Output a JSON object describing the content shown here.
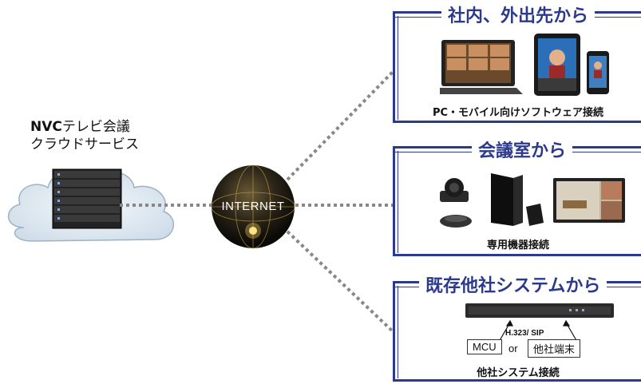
{
  "service": {
    "brand": "NVC",
    "line1_rest": "テレビ会議",
    "line2": "クラウドサービス"
  },
  "globe_label": "INTERNET",
  "panels": [
    {
      "title": "社内、外出先から",
      "caption": "PC・モバイル向けソフトウェア接続"
    },
    {
      "title": "会議室から",
      "caption": "専用機器接続"
    },
    {
      "title": "既存他社システムから",
      "caption": "他社システム接続"
    }
  ],
  "legacy": {
    "protocol": "H.323/ SIP",
    "mcu_label": "MCU",
    "or_label": "or",
    "terminal_label": "他社端末"
  },
  "colors": {
    "accent": "#2b3a8c",
    "dots": "#888888",
    "cloud": "#dbe7f0"
  }
}
